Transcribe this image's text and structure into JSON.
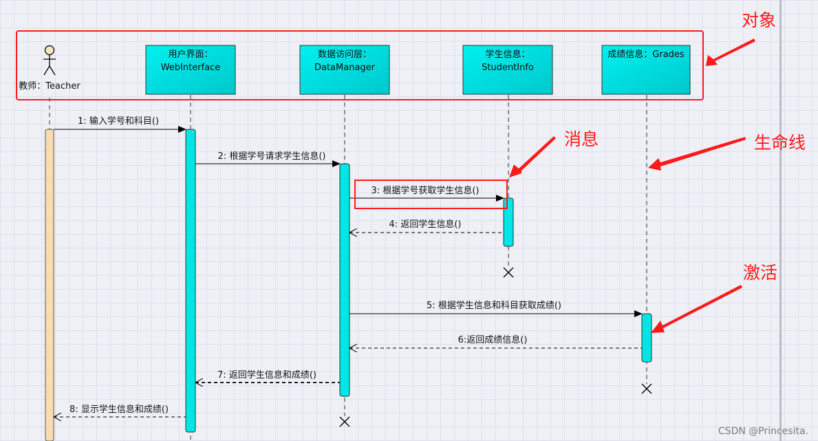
{
  "objects": [
    {
      "id": "teacher",
      "line1": "",
      "line2": "教师：Teacher"
    },
    {
      "id": "webinterface",
      "line1": "用户界面：",
      "line2": "WebInterface"
    },
    {
      "id": "datamanager",
      "line1": "数据访问层：",
      "line2": "DataManager"
    },
    {
      "id": "studentinfo",
      "line1": "学生信息：",
      "line2": "StudentInfo"
    },
    {
      "id": "grades",
      "line1": "",
      "line2": "成绩信息：Grades"
    }
  ],
  "messages": [
    {
      "label": "1: 输入学号和科目()",
      "kind": "call"
    },
    {
      "label": "2: 根据学号请求学生信息()",
      "kind": "call"
    },
    {
      "label": "3: 根据学号获取学生信息()",
      "kind": "call"
    },
    {
      "label": "4: 返回学生信息()",
      "kind": "return"
    },
    {
      "label": "5: 根据学生信息和科目获取成绩()",
      "kind": "call"
    },
    {
      "label": "6:返回成绩信息()",
      "kind": "return"
    },
    {
      "label": "7: 返回学生信息和成绩()",
      "kind": "return"
    },
    {
      "label": "8: 显示学生信息和成绩()",
      "kind": "return"
    }
  ],
  "annotations": {
    "objects_label": "对象",
    "message_label": "消息",
    "lifeline_label": "生命线",
    "activation_label": "激活"
  },
  "watermark": "CSDN @Princesita.",
  "colors": {
    "object_fill": "#00e5e5",
    "actor_activation": "#fbdcb0",
    "annotation": "#ff1a1a",
    "background": "#eef0f6"
  }
}
